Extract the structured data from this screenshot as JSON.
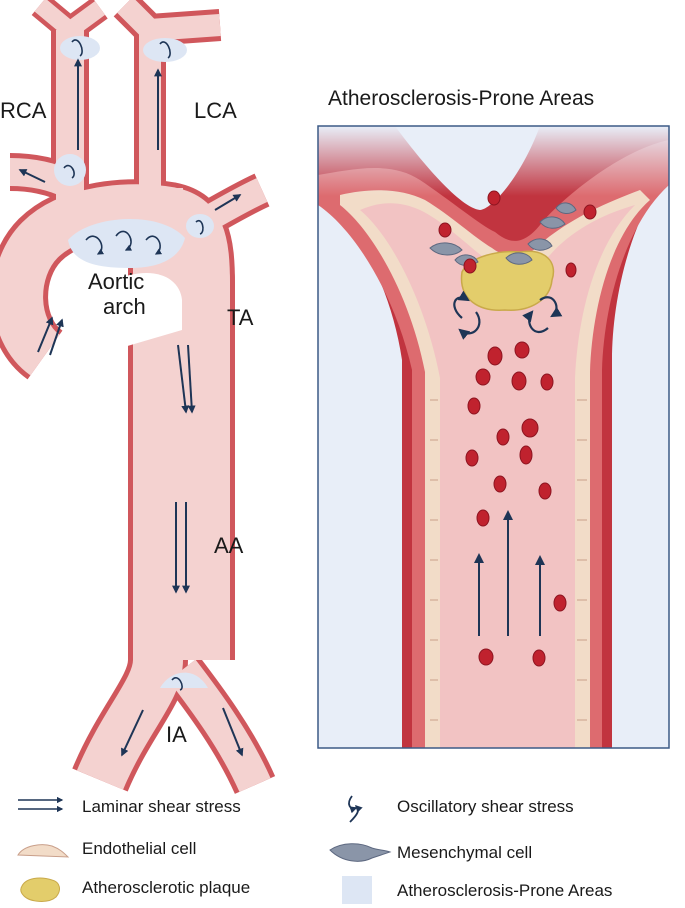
{
  "labels": {
    "rca": "RCA",
    "lca": "LCA",
    "aortic_arch_line1": "Aortic",
    "aortic_arch_line2": "arch",
    "ta": "TA",
    "aa": "AA",
    "ia": "IA",
    "inset_title": "Atherosclerosis-Prone Areas"
  },
  "legend": {
    "laminar": "Laminar shear stress",
    "oscillatory": "Oscillatory shear stress",
    "endothelial": "Endothelial cell",
    "mesenchymal": "Mesenchymal cell",
    "plaque": "Atherosclerotic plaque",
    "prone_areas": "Atherosclerosis-Prone Areas"
  },
  "colors": {
    "vessel_wall": "#d0575c",
    "vessel_lumen": "#f4d2d0",
    "prone_area": "#dde6f4",
    "inset_border": "#3c5a86",
    "inset_bg": "#e8eef8",
    "outer_wall": "#c1343f",
    "endothelium": "#f2dcc8",
    "plaque": "#e3cd6b",
    "rbc": "#c0222e",
    "flow_arrow": "#1e3556",
    "mesenchymal": "#8a95a8"
  }
}
